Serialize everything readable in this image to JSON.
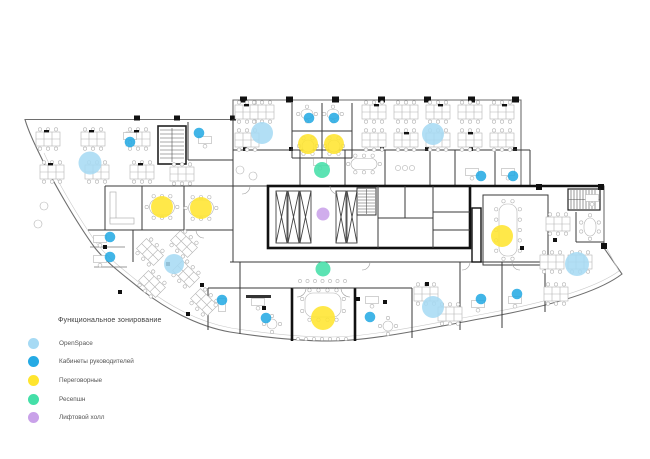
{
  "zoning": {
    "title": "Функциональное зонирование",
    "categories": [
      {
        "label": "OpenSpace",
        "color": "#A6DAF4",
        "markers": [
          [
            90,
            163,
            11.5
          ],
          [
            262,
            133,
            11
          ],
          [
            433,
            134,
            11
          ],
          [
            174,
            264,
            10
          ],
          [
            433,
            307,
            11
          ],
          [
            577,
            264,
            12
          ]
        ]
      },
      {
        "label": "Кабинеты руководителей",
        "color": "#25AAE4",
        "markers": [
          [
            130,
            142,
            5.3
          ],
          [
            199,
            133,
            5.3
          ],
          [
            309,
            118,
            5.3
          ],
          [
            334,
            118,
            5.3
          ],
          [
            481,
            176,
            5.3
          ],
          [
            513,
            176,
            5.3
          ],
          [
            110,
            237,
            5.3
          ],
          [
            110,
            257,
            5.3
          ],
          [
            222,
            300,
            5.3
          ],
          [
            266,
            318,
            5.3
          ],
          [
            370,
            317,
            5.3
          ],
          [
            481,
            299,
            5.3
          ],
          [
            517,
            294,
            5.3
          ]
        ]
      },
      {
        "label": "Переговорные",
        "color": "#FFE52E",
        "markers": [
          [
            308,
            144,
            10
          ],
          [
            334,
            144,
            10
          ],
          [
            162,
            207,
            11
          ],
          [
            201,
            208,
            11
          ],
          [
            323,
            318,
            12
          ],
          [
            502,
            236,
            11
          ]
        ]
      },
      {
        "label": "Ресепшн",
        "color": "#44DFA8",
        "markers": [
          [
            322,
            170,
            8
          ],
          [
            323,
            269,
            7.5
          ]
        ]
      },
      {
        "label": "Лифтовой холл",
        "color": "#C9A1E9",
        "markers": [
          [
            323,
            214,
            6.5
          ]
        ]
      }
    ]
  }
}
